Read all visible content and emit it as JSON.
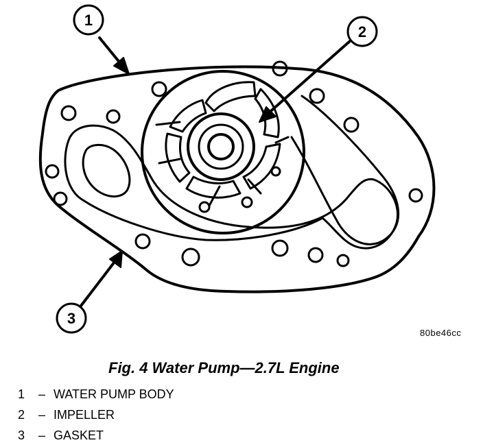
{
  "figure": {
    "code": "80be46cc",
    "caption": "Fig. 4 Water Pump—2.7L Engine"
  },
  "callouts": [
    {
      "number": "1",
      "label": "WATER PUMP BODY"
    },
    {
      "number": "2",
      "label": "IMPELLER"
    },
    {
      "number": "3",
      "label": "GASKET"
    }
  ],
  "legend_separator": "–"
}
